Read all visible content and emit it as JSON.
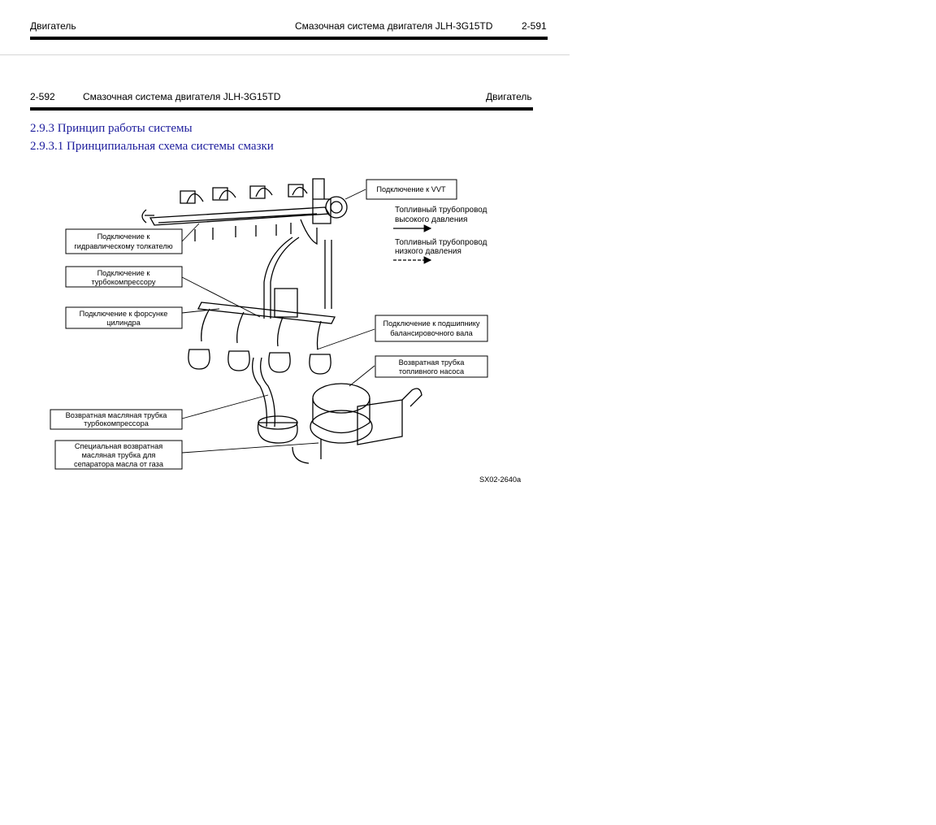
{
  "page_prev": {
    "section": "Двигатель",
    "title": "Смазочная система двигателя JLH-3G15TD",
    "page_number": "2-591"
  },
  "page_current": {
    "page_number": "2-592",
    "title": "Смазочная система двигателя JLH-3G15TD",
    "section": "Двигатель",
    "heading_1": "2.9.3 Принцип работы системы",
    "heading_2": "2.9.3.1 Принципиальная схема системы смазки"
  },
  "figure": {
    "labels": {
      "vvt": "Подключение к VVT",
      "lifter": [
        "Подключение к",
        "гидравлическому толкателю"
      ],
      "turbo": [
        "Подключение к",
        "турбокомпрессору"
      ],
      "injector": [
        "Подключение к форсунке",
        "цилиндра"
      ],
      "bearing": [
        "Подключение к подшипнику",
        "балансировочного вала"
      ],
      "pump_return": [
        "Возвратная трубка",
        "топливного насоса"
      ],
      "turbo_return": [
        "Возвратная масляная трубка",
        "турбокомпрессора"
      ],
      "separator_return": [
        "Специальная возвратная",
        "масляная трубка для",
        "сепаратора масла от газа"
      ]
    },
    "legend": {
      "high_pressure": [
        "Топливный трубопровод",
        "высокого давления"
      ],
      "low_pressure": [
        "Топливный трубопровод",
        "низкого давления"
      ]
    },
    "code": "SX02-2640a"
  }
}
